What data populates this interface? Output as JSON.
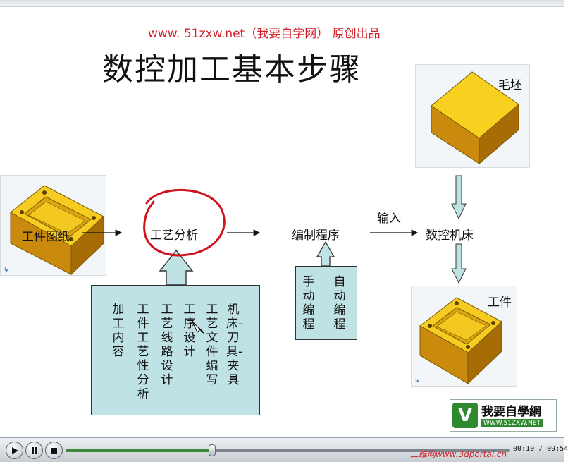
{
  "header": {
    "site_line": "www. 51zxw.net（我要自学网）  原创出品",
    "title": "数控加工基本步骤"
  },
  "images": {
    "left_label": "工件图纸",
    "top_right_label": "毛坯",
    "bottom_right_label": "工件"
  },
  "flow": {
    "process_analysis": "工艺分析",
    "programming": "编制程序",
    "input_label": "输入",
    "cnc_machine": "数控机床"
  },
  "analysis_box": {
    "columns": [
      "加工内容",
      "工件工艺性分析",
      "工艺线路设计",
      "工序设计",
      "工艺文件编写",
      "机床-刀具-夹具"
    ]
  },
  "programming_box": {
    "columns": [
      "手动编程",
      "自动编程"
    ]
  },
  "logo": {
    "name": "我要自學網",
    "url": "WWW.51ZXW.NET"
  },
  "player": {
    "play_icon": "play-icon",
    "pause_icon": "pause-icon",
    "stop_icon": "stop-icon",
    "progress": 0.33,
    "watermark": "三维网www.3dportal.cn",
    "time": "00:10 / 09:54"
  },
  "colors": {
    "site_red": "#d3222a",
    "box_fill": "#bfe3e5",
    "highlight_circle": "#d0121b",
    "part_gold": "#f2c21a"
  }
}
